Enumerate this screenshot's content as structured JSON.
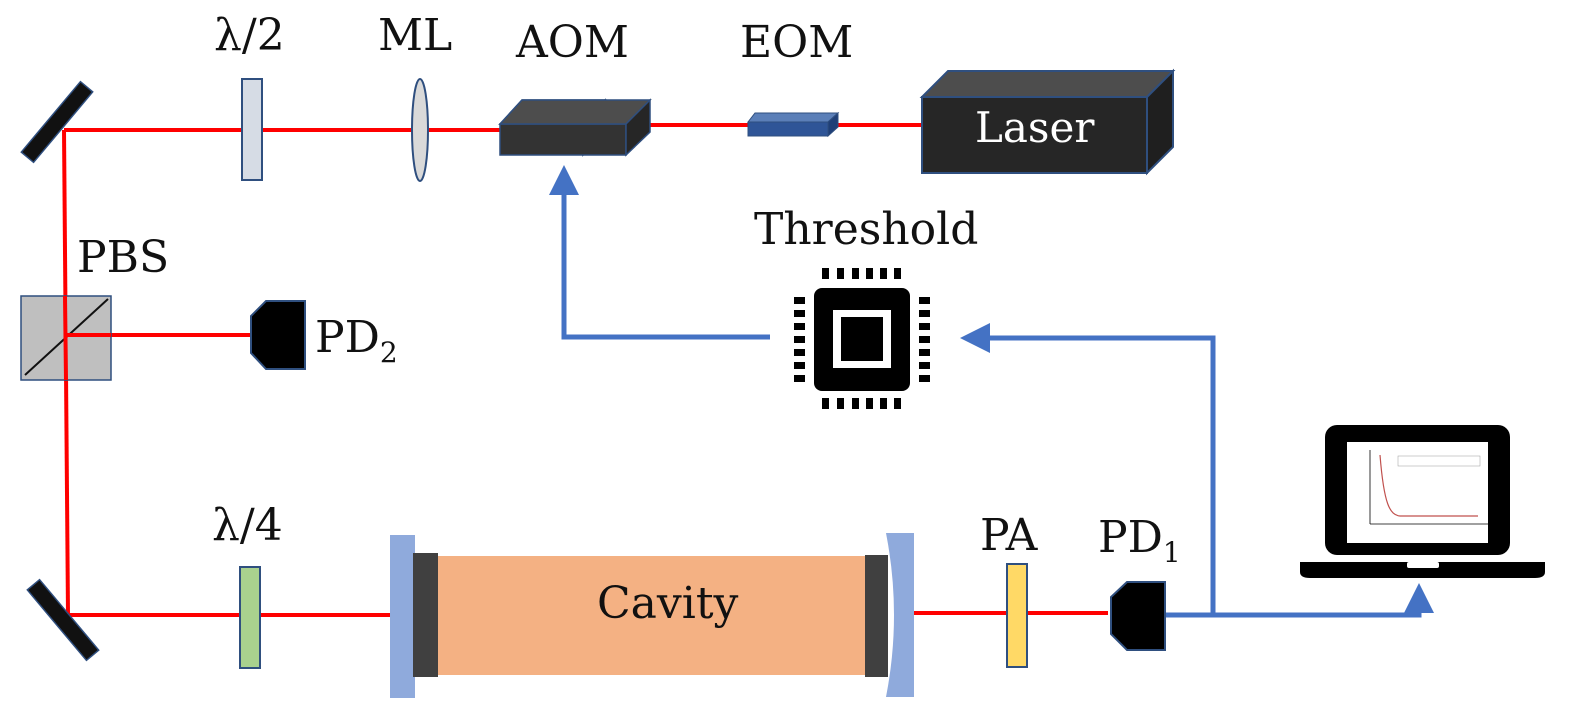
{
  "figure": {
    "title": "Cavity ring-down optical setup schematic"
  },
  "colors": {
    "beam": "#ff0000",
    "signal": "#4472c4",
    "mirror": "#111111",
    "halfwave_plate": "#d6dce5",
    "quarterwave_plate": "#a9d18e",
    "polarizer": "#ffd966",
    "cavity_body": "#f4b183",
    "cavity_mirror": "#8faadc",
    "cavity_end": "#404040",
    "device_dark": "#262626",
    "device_top": "#4d4d4d",
    "eom": "#2f5597",
    "outline": "#2f4f7f"
  },
  "labels": {
    "halfwave": "λ/2",
    "lens": "ML",
    "aom": "AOM",
    "eom": "EOM",
    "laser": "Laser",
    "pbs": "PBS",
    "pd2_main": "PD",
    "pd2_sub": "2",
    "threshold": "Threshold",
    "quarterwave": "λ/4",
    "cavity": "Cavity",
    "pa": "PA",
    "pd1_main": "PD",
    "pd1_sub": "1"
  }
}
